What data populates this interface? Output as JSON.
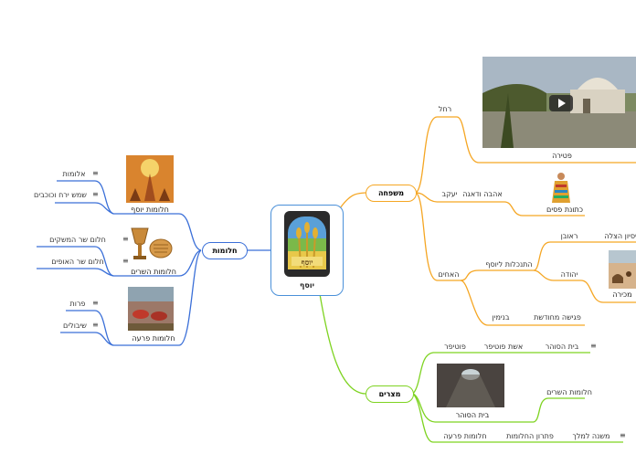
{
  "center": {
    "label": "יוסף",
    "image_text": "יוסף"
  },
  "colors": {
    "family": "#f5a623",
    "egypt": "#7ed321",
    "dreams": "#3a6fd8",
    "center_border": "#4a90d9"
  },
  "family": {
    "label": "משפחה",
    "rachel": {
      "label": "רחל",
      "image_caption": "פטירה"
    },
    "jacob": {
      "label": "יעקב",
      "love": "אהבה ודאגה",
      "coat_caption": "כתונת פסים"
    },
    "brothers": {
      "label": "האחים",
      "plot": "התנכלות ליוסף",
      "reuven": "ראובן",
      "reuven_child": "ניסיון הצלה",
      "yehuda": "יהודה",
      "sale_caption": "מכירה",
      "binyamin": "בנימין",
      "meeting": "פגישה מחודשת"
    }
  },
  "egypt": {
    "label": "מצרים",
    "potiphar": "פוטיפר",
    "potiphar_wife": "אשת פוטיפר",
    "prison1": "בית הסוהר",
    "prison_caption": "בית הסוהר",
    "ministers_dreams": "חלומות השרים",
    "pharaoh_dreams": "חלומות פרעה",
    "interpretation": "פתרון החלומות",
    "viceroy": "משנה למלך"
  },
  "dreams": {
    "label": "חלומות",
    "joseph_dreams": {
      "caption": "חלומות יוסף",
      "items": [
        "אלומות",
        "שמש ירח וכוכבים"
      ]
    },
    "ministers_dreams": {
      "caption": "חלומות השרים",
      "items": [
        "חלום שר המשקים",
        "חלום שר האופים"
      ]
    },
    "pharaoh_dreams": {
      "caption": "חלומות פרעה",
      "items": [
        "פרות",
        "שיבולים"
      ]
    }
  }
}
